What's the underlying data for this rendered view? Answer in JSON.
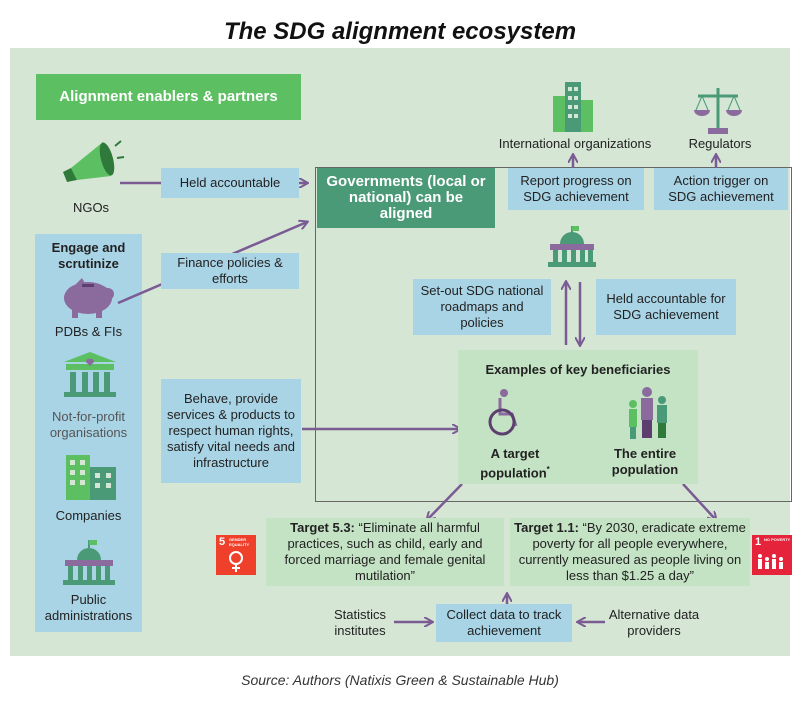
{
  "title": "The SDG alignment ecosystem",
  "enablers_title": "Alignment enablers & partners",
  "governments": "Governments (local or national) can be aligned",
  "left": {
    "ngos": "NGOs",
    "engage": "Engage and scrutinize",
    "pdbs": "PDBs & FIs",
    "nonprofit": "Not-for-profit organisations",
    "companies": "Companies",
    "public_admin": "Public administrations"
  },
  "flows": {
    "held_accountable": "Held accountable",
    "finance": "Finance policies & efforts",
    "behave": "Behave, provide services & products to respect human rights, satisfy vital needs and infrastructure"
  },
  "top": {
    "intl_orgs": "International organizations",
    "regulators": "Regulators",
    "report_progress": "Report progress on SDG achievement",
    "action_trigger": "Action trigger on SDG achievement"
  },
  "gov_inner": {
    "setout": "Set-out SDG national roadmaps and policies",
    "held_accountable_sdg": "Held accountable for SDG achievement"
  },
  "beneficiaries": {
    "title": "Examples of key beneficiaries",
    "target_population": "A target population",
    "target_footnote": "*",
    "entire_population": "The entire population"
  },
  "targets": {
    "t53_label": "Target 5.3:",
    "t53_text": " “Eliminate all harmful practices, such as child, early and forced marriage and female genital mutilation”",
    "t11_label": "Target 1.1:",
    "t11_text": " “By 2030, eradicate extreme poverty for all people everywhere, currently measured as people living on less than $1.25 a day”"
  },
  "data": {
    "stats": "Statistics institutes",
    "collect": "Collect data to track achievement",
    "alt": "Alternative data providers"
  },
  "sdg5": {
    "number": "5",
    "label": "GENDER EQUALITY",
    "color": "#ef402b"
  },
  "sdg1": {
    "number": "1",
    "label": "NO POVERTY",
    "color": "#e5243b"
  },
  "source": "Source: Authors (Natixis Green & Sustainable Hub)",
  "colors": {
    "arrow": "#7b5b93",
    "green": "#5cbf62",
    "teal": "#4a9a78",
    "blue": "#a9d4e6",
    "panel": "#d5e6d5"
  }
}
